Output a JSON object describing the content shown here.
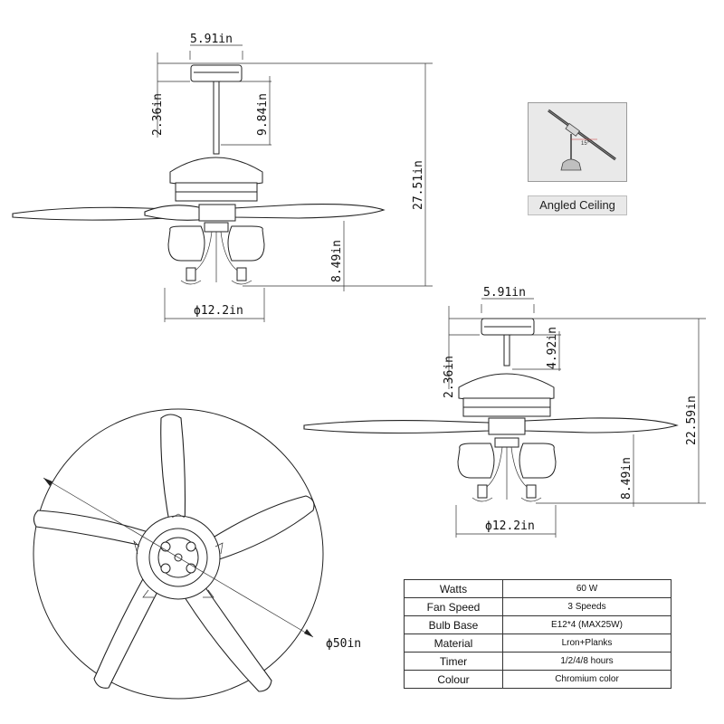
{
  "dimensions": {
    "top_view": {
      "canopy_width": "5.91in",
      "canopy_height": "2.36in",
      "downrod_length": "9.84in",
      "light_kit_height": "8.49in",
      "overall_height": "27.51in",
      "light_diameter": "ϕ12.2in"
    },
    "angled_view": {
      "canopy_width": "5.91in",
      "canopy_height": "2.36in",
      "downrod_length": "4.92in",
      "light_kit_height": "8.49in",
      "overall_height": "22.59in",
      "light_diameter": "ϕ12.2in"
    },
    "blade_span": "ϕ50in"
  },
  "angled_ceiling": {
    "label": "Angled Ceiling",
    "angle": "15°"
  },
  "specs": [
    {
      "key": "Watts",
      "value": "60 W"
    },
    {
      "key": "Fan Speed",
      "value": "3 Speeds"
    },
    {
      "key": "Bulb Base",
      "value": "E12*4  (MAX25W)"
    },
    {
      "key": "Material",
      "value": "Lron+Planks"
    },
    {
      "key": "Timer",
      "value": "1/2/4/8 hours"
    },
    {
      "key": "Colour",
      "value": "Chromium color"
    }
  ]
}
